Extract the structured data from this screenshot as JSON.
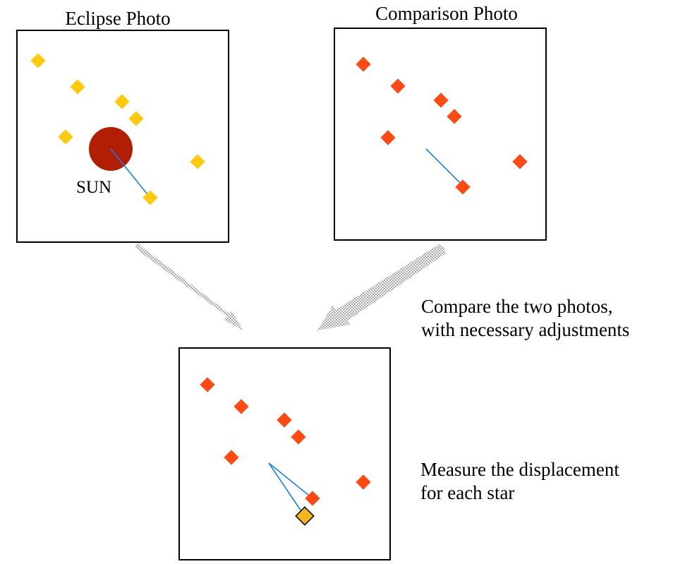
{
  "colors": {
    "eclipse_star": "#ffc90e",
    "comparison_star": "#ff4a14",
    "sun": "#b11e03",
    "guide_line": "#1a7df0",
    "arrow": "#9a9a9a",
    "frame": "#000000",
    "displaced_star_fill": "#f2b51c",
    "displaced_star_stroke": "#000000"
  },
  "panels": {
    "eclipse": {
      "title": "Eclipse Photo",
      "sun_label": "SUN",
      "star_icon": "yellow-diamond-star-icon",
      "sun_icon": "sun-disk-icon"
    },
    "comparison": {
      "title": "Comparison Photo",
      "star_icon": "orange-diamond-star-icon"
    },
    "overlay": {
      "title": "",
      "star_icon": "orange-diamond-star-icon",
      "displaced_icon": "outlined-diamond-star-icon"
    }
  },
  "arrows": [
    {
      "from": "eclipse",
      "to": "overlay",
      "icon": "dotted-arrow-icon"
    },
    {
      "from": "comparison",
      "to": "overlay",
      "icon": "dotted-arrow-icon"
    }
  ],
  "captions": {
    "compare": [
      "Compare the two photos,",
      "with necessary adjustments"
    ],
    "measure": [
      "Measure the displacement",
      "for each star"
    ]
  }
}
